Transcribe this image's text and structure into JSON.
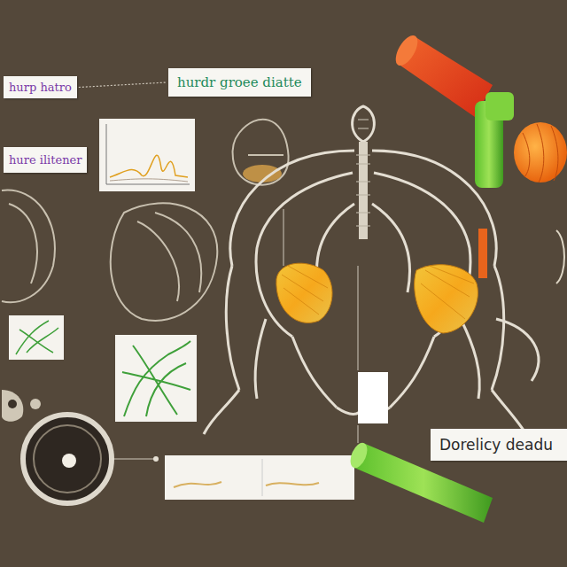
{
  "diagram": {
    "nodes": [
      {
        "text": [
          "hurp hatro"
        ]
      },
      {
        "text": [
          "hurdr groee diatte"
        ]
      },
      {
        "text": [
          "hure ilitener"
        ]
      },
      {
        "text": [
          "Dorelicy deadu"
        ]
      }
    ],
    "edges": [
      {
        "from": 0,
        "to": 1,
        "arrow": "none"
      }
    ]
  }
}
